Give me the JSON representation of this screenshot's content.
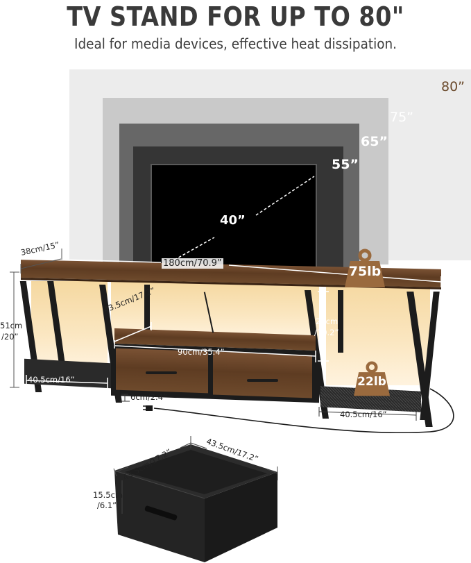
{
  "header": {
    "title": "TV STAND FOR UP TO 80\"",
    "subtitle": "Ideal for media devices, effective heat dissipation."
  },
  "tv_sizes": {
    "s80": "80”",
    "s75": "75”",
    "s65": "65”",
    "s55": "55”",
    "s40": "40”"
  },
  "dimensions": {
    "depth": "38cm/15”",
    "width": "180cm/70.9”",
    "height_cm": "51cm",
    "height_in": "/20”",
    "left_shelf": "40.5cm/16”",
    "right_shelf": "40.5cm/16”",
    "cabinet_depth": "43.5cm/17.2”",
    "cabinet_width": "90cm/35.4”",
    "cabinet_gap_cm": "26cm",
    "cabinet_gap_in": "/10.2”",
    "foot_clearance": "6cm/2.4”",
    "drawer_width": "43.5cm/17.2”",
    "drawer_depth": "43.5cm/17.2”",
    "drawer_height_cm": "15.5cm",
    "drawer_height_in": "/6.1”"
  },
  "weight_badges": {
    "top": "75lb",
    "shelf": "22lb"
  },
  "colors": {
    "title": "#3a3a3a",
    "accent_brown": "#9a6a3e",
    "label_80": "#6b4a2c"
  }
}
